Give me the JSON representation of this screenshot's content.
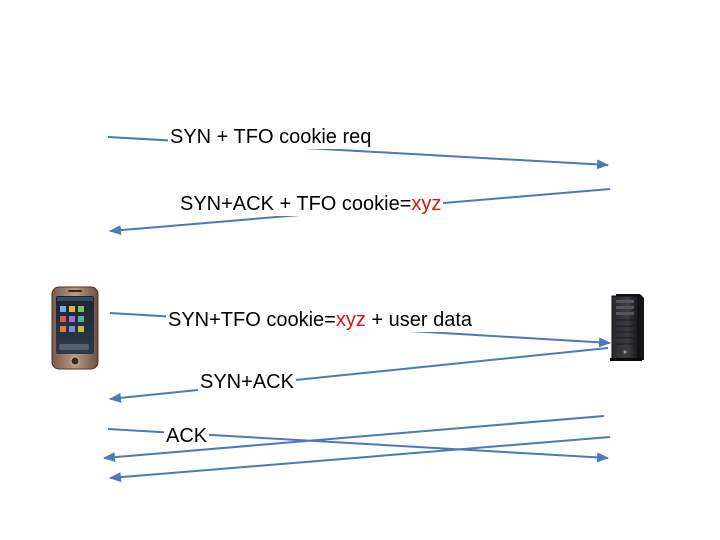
{
  "colors": {
    "arrow": "#4a7ab8",
    "highlight": "#e0120c",
    "text": "#000000",
    "background": "#ffffff"
  },
  "icons": {
    "client": "smartphone-icon",
    "server": "server-tower-icon"
  },
  "messages": [
    {
      "parts": [
        "SYN + TFO cookie req"
      ]
    },
    {
      "parts": [
        "SYN+ACK + TFO cookie=",
        "xyz"
      ]
    },
    {
      "parts": [
        "SYN+TFO cookie=",
        "xyz",
        " + user data"
      ]
    },
    {
      "parts": [
        "SYN+ACK"
      ]
    },
    {
      "parts": [
        "ACK"
      ]
    }
  ]
}
